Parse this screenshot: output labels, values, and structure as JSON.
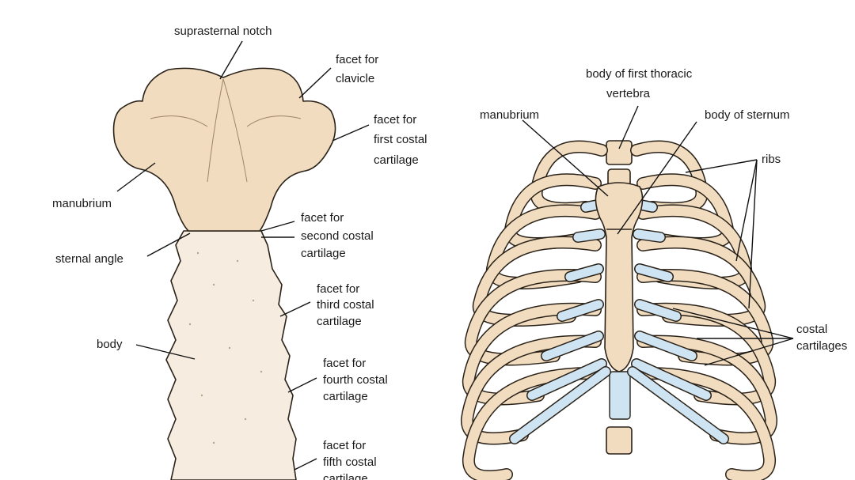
{
  "left_figure": {
    "labels": {
      "suprasternal_notch": "suprasternal notch",
      "facet_clavicle": [
        "facet for",
        "clavicle"
      ],
      "facet_first": [
        "facet for",
        "first costal",
        "cartilage"
      ],
      "manubrium": "manubrium",
      "facet_second": [
        "facet for",
        "second costal",
        "cartilage"
      ],
      "sternal_angle": "sternal angle",
      "facet_third": [
        "facet for",
        "third costal",
        "cartilage"
      ],
      "body": "body",
      "facet_fourth": [
        "facet for",
        "fourth costal",
        "cartilage"
      ],
      "facet_fifth": [
        "facet for",
        "fifth costal",
        "cartilage"
      ]
    }
  },
  "right_figure": {
    "labels": {
      "first_thoracic": [
        "body of first thoracic",
        "vertebra"
      ],
      "manubrium": "manubrium",
      "body_of_sternum": "body of sternum",
      "ribs": "ribs",
      "costal_cartilages": [
        "costal",
        "cartilages"
      ]
    }
  },
  "colors": {
    "bone": "#f1dcc0",
    "cartilage": "#cfe4f3",
    "outline": "#2a2218"
  }
}
